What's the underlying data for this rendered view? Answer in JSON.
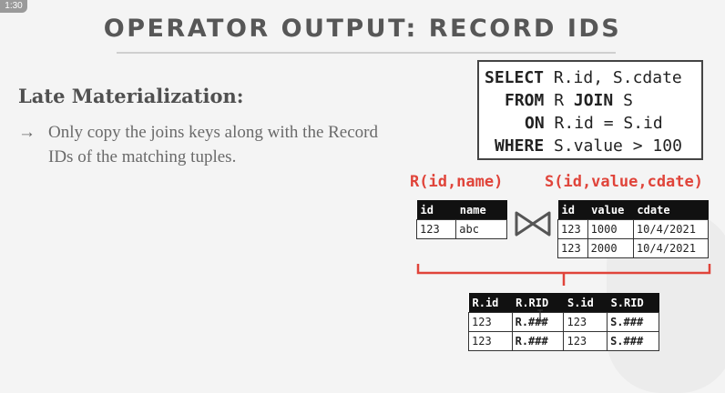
{
  "badge": "1:30",
  "title": "OPERATOR OUTPUT: RECORD IDS",
  "heading": "Late Materialization:",
  "bullet_arrow": "→",
  "bullet_text": "Only copy the joins keys along with the Record IDs of the matching tuples.",
  "sql": {
    "l1_kw": "SELECT",
    "l1_rest": " R.id, S.cdate",
    "l2_kw": "FROM",
    "l2_rest_a": " R ",
    "l2_join": "JOIN",
    "l2_rest_b": " S",
    "l3_kw": "ON",
    "l3_rest": " R.id = S.id",
    "l4_kw": "WHERE",
    "l4_rest": " S.value > 100"
  },
  "r_label": "R(id,name)",
  "s_label": "S(id,value,cdate)",
  "r_table": {
    "headers": [
      "id",
      "name"
    ],
    "rows": [
      [
        "123",
        "abc"
      ]
    ]
  },
  "s_table": {
    "headers": [
      "id",
      "value",
      "cdate"
    ],
    "rows": [
      [
        "123",
        "1000",
        "10/4/2021"
      ],
      [
        "123",
        "2000",
        "10/4/2021"
      ]
    ]
  },
  "out_table": {
    "headers": [
      "R.id",
      "R.RID",
      "S.id",
      "S.RID"
    ],
    "rows": [
      [
        "123",
        "R.###",
        "123",
        "S.###"
      ],
      [
        "123",
        "R.###",
        "123",
        "S.###"
      ]
    ]
  },
  "colors": {
    "accent": "#e0443a",
    "title": "#575757",
    "text": "#6a6a6a"
  }
}
